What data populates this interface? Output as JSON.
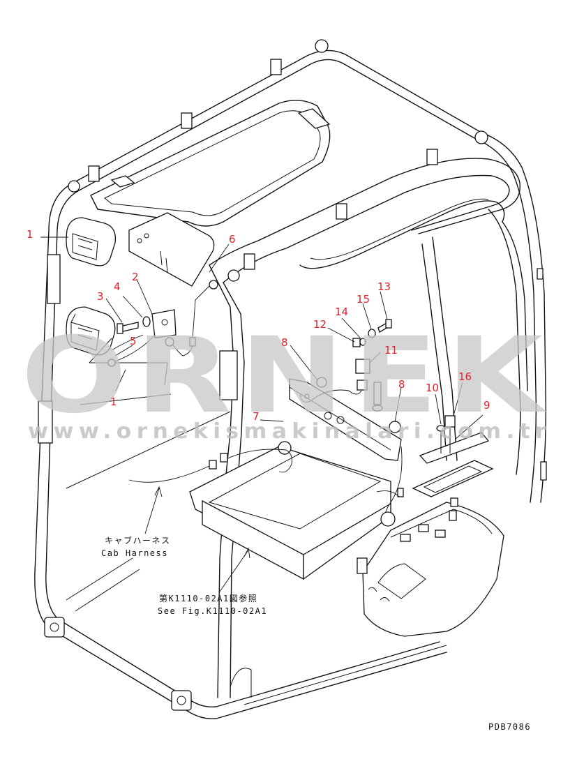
{
  "diagram": {
    "callouts": [
      {
        "id": "c1a",
        "text": "1"
      },
      {
        "id": "c1b",
        "text": "1"
      },
      {
        "id": "c2",
        "text": "2"
      },
      {
        "id": "c3",
        "text": "3"
      },
      {
        "id": "c4",
        "text": "4"
      },
      {
        "id": "c5",
        "text": "5"
      },
      {
        "id": "c6",
        "text": "6"
      },
      {
        "id": "c7",
        "text": "7"
      },
      {
        "id": "c8a",
        "text": "8"
      },
      {
        "id": "c8b",
        "text": "8"
      },
      {
        "id": "c9",
        "text": "9"
      },
      {
        "id": "c10",
        "text": "10"
      },
      {
        "id": "c11",
        "text": "11"
      },
      {
        "id": "c12",
        "text": "12"
      },
      {
        "id": "c13",
        "text": "13"
      },
      {
        "id": "c14",
        "text": "14"
      },
      {
        "id": "c15",
        "text": "15"
      },
      {
        "id": "c16",
        "text": "16"
      }
    ],
    "notes": {
      "cab_harness_jp": "キャブハーネス",
      "cab_harness_en": "Cab Harness",
      "see_fig_jp": "第K1110-02A1図参照",
      "see_fig_en": "See Fig.K1110-02A1"
    },
    "drawing_code": "PDB7086"
  },
  "watermark": {
    "brand": "ORNEK",
    "url": "www.ornekismakinalari.com.tr"
  },
  "colors": {
    "callout": "#e0202a",
    "line": "#111111",
    "watermark": "#c8c8c8"
  }
}
